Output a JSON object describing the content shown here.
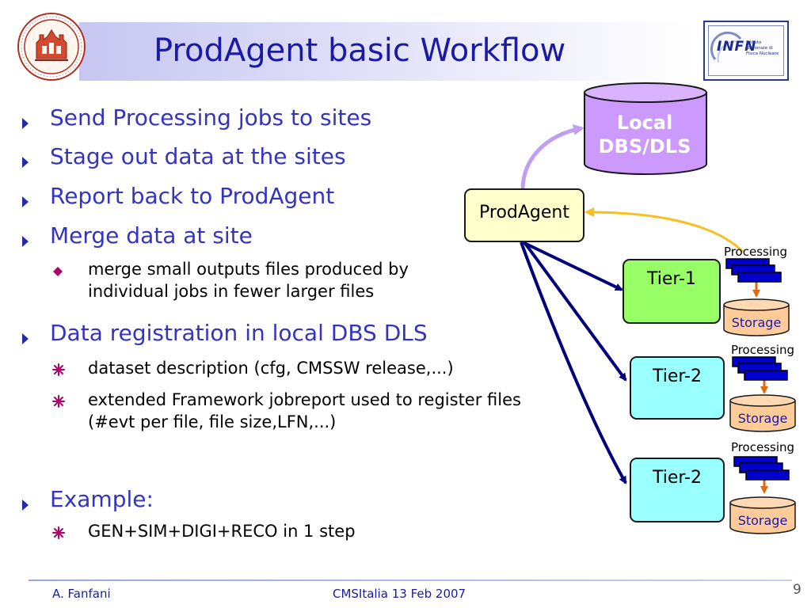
{
  "title": "ProdAgent basic Workflow",
  "logos": {
    "left_name": "university-seal",
    "right_word": "INFN",
    "right_subtext": "Istituto Nazionale di Fisica Nucleare"
  },
  "bullets": [
    {
      "text": "Send Processing jobs to sites"
    },
    {
      "text": "Stage out data at the sites"
    },
    {
      "text": "Report back to ProdAgent"
    },
    {
      "text": "Merge data at site",
      "sub": [
        {
          "marker": "diamond",
          "text": "merge small outputs files produced by individual jobs in fewer larger files"
        }
      ]
    },
    {
      "text": "Data registration in local DBS DLS",
      "sub": [
        {
          "marker": "star",
          "text": "dataset description (cfg, CMSSW release,...)"
        },
        {
          "marker": "star",
          "text": "extended Framework jobreport used to register files (#evt per file, file size,LFN,...)"
        }
      ]
    },
    {
      "text": "Example:",
      "sub": [
        {
          "marker": "star",
          "text": "GEN+SIM+DIGI+RECO in 1 step"
        }
      ]
    }
  ],
  "diagram": {
    "db_label": "Local DBS/DLS",
    "db_line1": "Local",
    "db_line2": "DBS/DLS",
    "prodagent_label": "ProdAgent",
    "tiers": [
      {
        "label": "Tier-1",
        "processing": "Processing",
        "storage": "Storage"
      },
      {
        "label": "Tier-2",
        "processing": "Processing",
        "storage": "Storage"
      },
      {
        "label": "Tier-2",
        "processing": "Processing",
        "storage": "Storage"
      }
    ],
    "colors": {
      "db_fill": "#cc99ff",
      "prodagent_fill": "#ffffcc",
      "tier1_fill": "#99ff66",
      "tier2_fill": "#99ffff",
      "storage_fill": "#ffcc99",
      "arrow_navy": "#00007a",
      "arrow_lilac": "#bf9ff0",
      "arrow_yellow": "#f5c020",
      "processing_fill": "#0000cc",
      "storage_arrow": "#e06a10"
    }
  },
  "footer": {
    "author": "A. Fanfani",
    "event": "CMSItalia 13 Feb 2007",
    "page": "9"
  },
  "colors": {
    "title": "#1a1aa6",
    "bullet_text": "#3434c0",
    "sub_marker": "#b0006a"
  }
}
